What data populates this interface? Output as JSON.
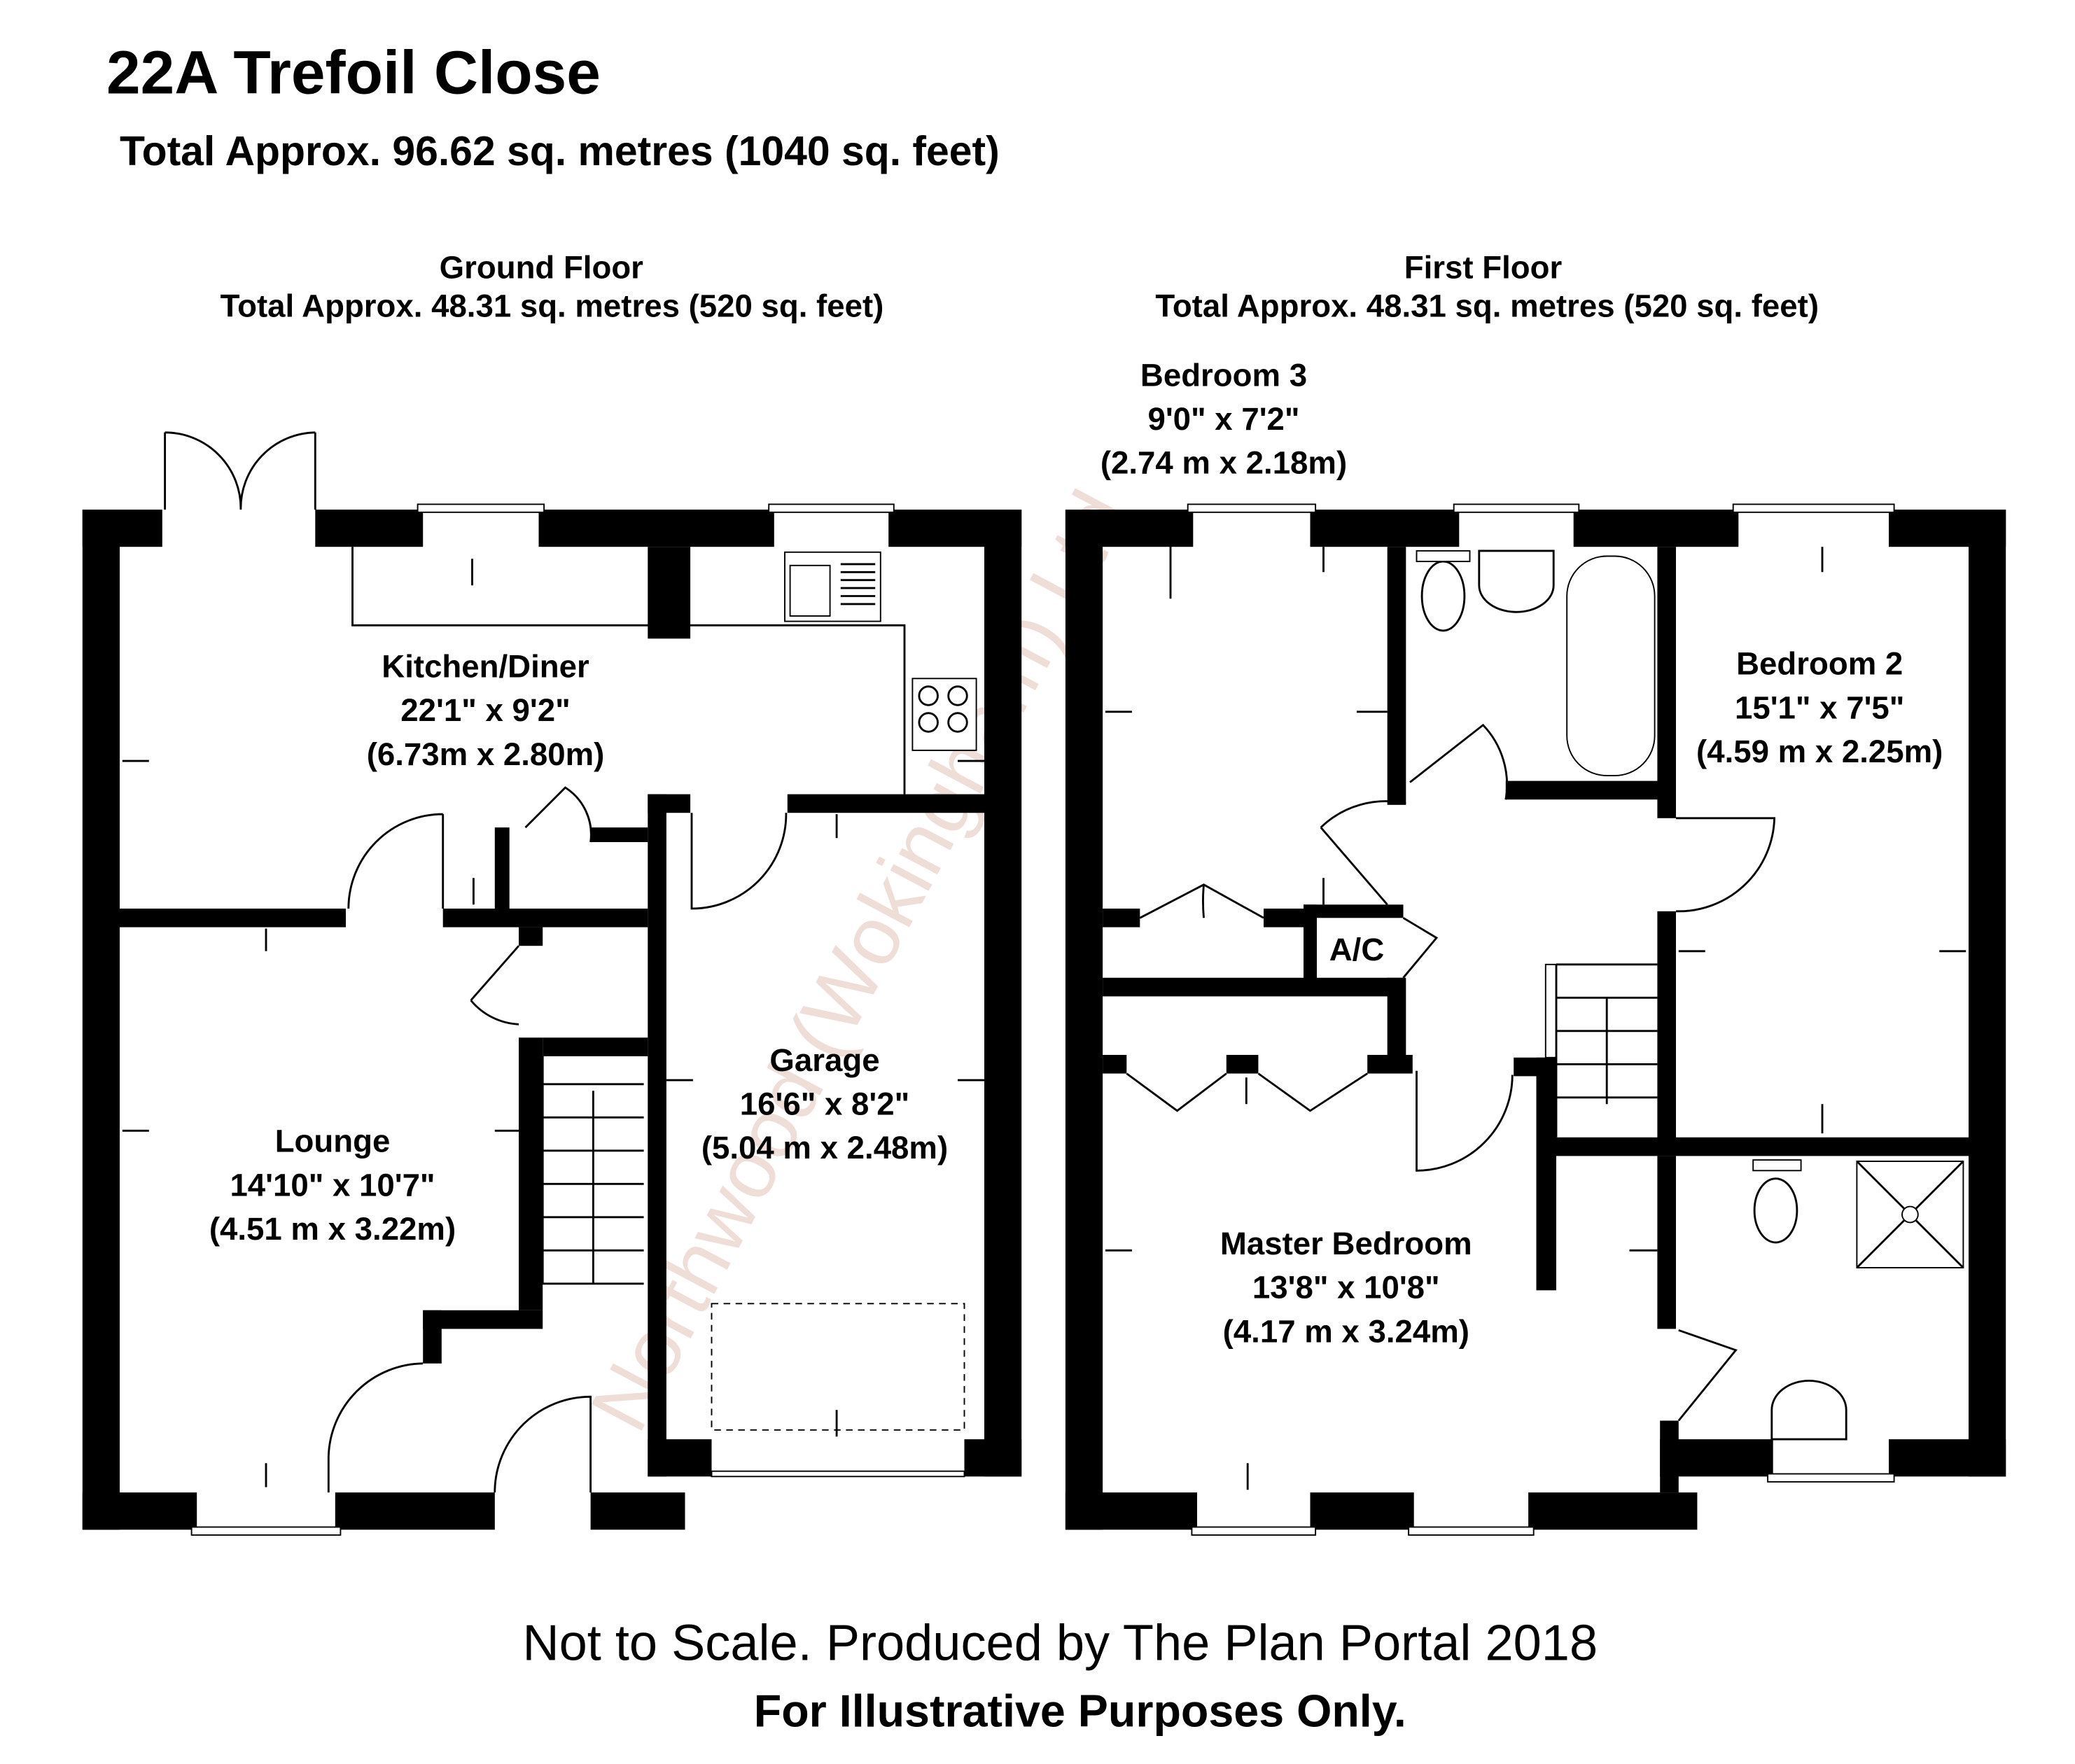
{
  "header": {
    "title": "22A Trefoil Close",
    "total_area": "Total Approx. 96.62 sq. metres (1040 sq. feet)"
  },
  "floors": [
    {
      "name": "Ground Floor",
      "area": "Total Approx. 48.31 sq. metres (520 sq. feet)",
      "rooms": [
        {
          "name": "Kitchen/Diner",
          "imperial": "22'1\" x 9'2\"",
          "metric": "(6.73m x 2.80m)"
        },
        {
          "name": "Lounge",
          "imperial": "14'10\" x 10'7\"",
          "metric": "(4.51 m x 3.22m)"
        },
        {
          "name": "Garage",
          "imperial": "16'6\" x 8'2\"",
          "metric": "(5.04 m x 2.48m)"
        }
      ]
    },
    {
      "name": "First Floor",
      "area": "Total Approx. 48.31 sq. metres (520 sq. feet)",
      "rooms": [
        {
          "name": "Bedroom 3",
          "imperial": "9'0\" x 7'2\"",
          "metric": "(2.74 m x 2.18m)"
        },
        {
          "name": "Bedroom 2",
          "imperial": "15'1\" x 7'5\"",
          "metric": "(4.59 m x 2.25m)"
        },
        {
          "name": "Master Bedroom",
          "imperial": "13'8\" x 10'8\"",
          "metric": "(4.17 m x 3.24m)"
        },
        {
          "name": "A/C"
        }
      ]
    }
  ],
  "watermark": "Northwood (Wokingham) Ltd",
  "footer": {
    "scale_note": "Not to Scale. Produced by The Plan Portal 2018",
    "disclaimer": "For Illustrative Purposes Only."
  }
}
